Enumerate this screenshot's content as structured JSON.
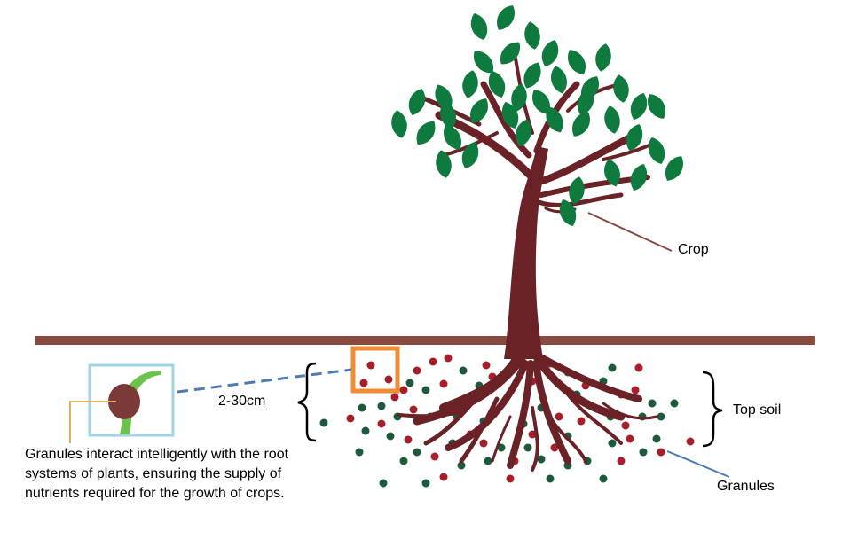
{
  "labels": {
    "crop": "Crop",
    "depth": "2-30cm",
    "top_soil": "Top soil",
    "granules": "Granules",
    "description": "Granules interact intelligently with the root systems of plants, ensuring the supply of nutrients required for the growth of crops."
  },
  "colors": {
    "trunk": "#6a2226",
    "leaf": "#0f7a3e",
    "ground": "#8a4a3f",
    "granule_red": "#a51e2a",
    "granule_green": "#1d5a3b",
    "zoom_box": "#f28c33",
    "inset_box": "#9fd3e6",
    "dashed_line": "#4f7bb5",
    "desc_leader": "#e0b05a",
    "granules_leader": "#4f7bb5",
    "crop_leader": "#8a4a3f",
    "root_seed": "#7b3a38",
    "root_green": "#6cc24a"
  },
  "icons": [
    "tree-illustration",
    "granule-dots",
    "root-inset-illustration",
    "brace-icon"
  ]
}
